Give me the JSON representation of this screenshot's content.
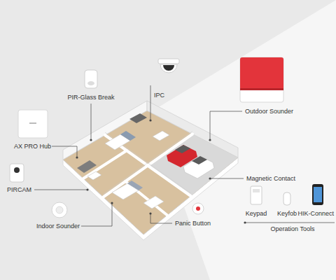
{
  "diagram": {
    "labels": [
      "PIR-Glass Break",
      "IPC",
      "Outdoor Sounder",
      "AX PRO Hub",
      "Magnetic Contact",
      "PIRCAM",
      "Indoor Sounder",
      "Panic Button",
      "Keypad",
      "Keyfob",
      "HIK-Connect",
      "Operation Tools"
    ]
  }
}
